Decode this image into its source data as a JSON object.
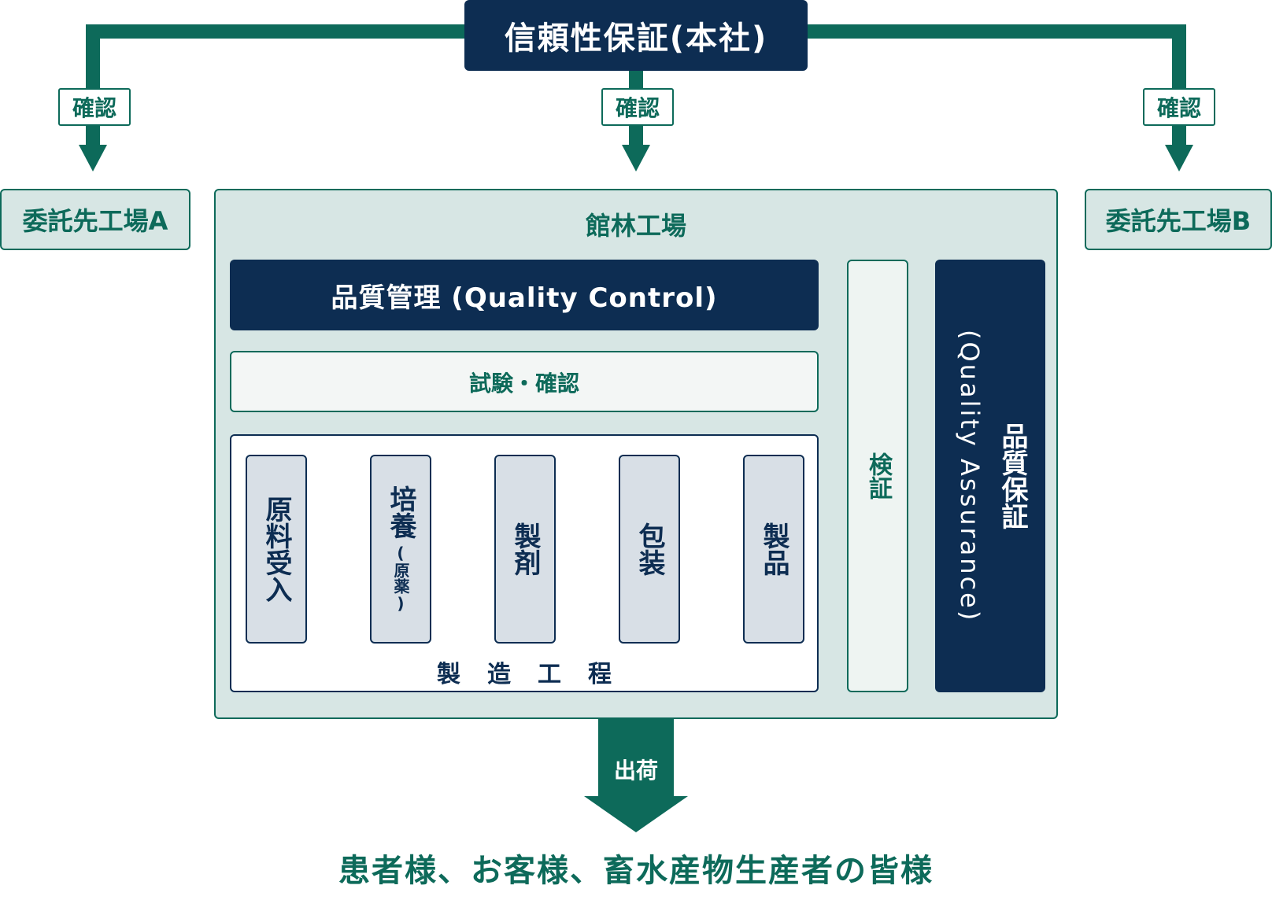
{
  "colors": {
    "navy": "#0d2d52",
    "green": "#0d6a5a",
    "panel": "#d7e6e4",
    "step_fill": "#d8dfe6",
    "flow_arrow": "#8ea4bc"
  },
  "headquarters": {
    "label": "信頼性保証(本社)"
  },
  "confirm_labels": {
    "left": "確認",
    "center": "確認",
    "right": "確認"
  },
  "contractors": {
    "a": "委託先工場A",
    "b": "委託先工場B"
  },
  "factory": {
    "title": "館林工場",
    "quality_control": "品質管理 (Quality Control)",
    "test_confirm": "試験・確認",
    "verification": "検証",
    "quality_assurance": {
      "jp": "品質保証",
      "en": "(Quality Assurance)"
    },
    "process_label": "製造工程",
    "steps": [
      {
        "label": "原料受入",
        "sub": ""
      },
      {
        "label": "培養",
        "sub": "(原薬)"
      },
      {
        "label": "製剤",
        "sub": ""
      },
      {
        "label": "包装",
        "sub": ""
      },
      {
        "label": "製品",
        "sub": ""
      }
    ]
  },
  "shipping": {
    "label": "出荷"
  },
  "recipients": "患者様、お客様、畜水産物生産者の皆様"
}
